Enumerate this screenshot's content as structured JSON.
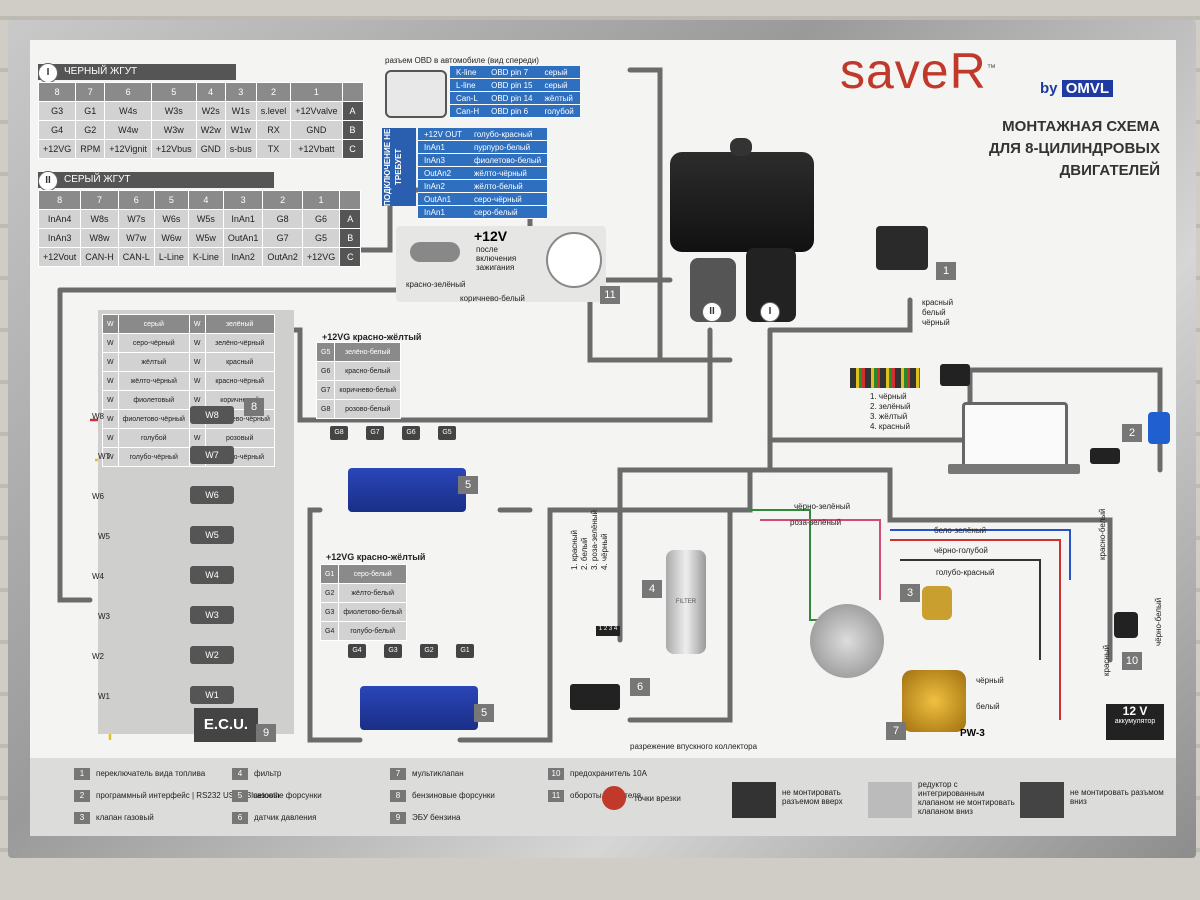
{
  "brand": {
    "name": "saveR",
    "tm": "™",
    "by": "by",
    "partner": "OMVL"
  },
  "title": {
    "line1": "МОНТАЖНАЯ СХЕМА",
    "line2": "ДЛЯ 8-ЦИЛИНДРОВЫХ",
    "line3": "ДВИГАТЕЛЕЙ"
  },
  "harness1": {
    "roman": "I",
    "title": "ЧЕРНЫЙ ЖГУТ",
    "rows": [
      [
        "8",
        "7",
        "6",
        "5",
        "4",
        "3",
        "2",
        "1",
        ""
      ],
      [
        "G3",
        "G1",
        "W4s",
        "W3s",
        "W2s",
        "W1s",
        "s.level",
        "+12Vvalve",
        "A"
      ],
      [
        "G4",
        "G2",
        "W4w",
        "W3w",
        "W2w",
        "W1w",
        "RX",
        "GND",
        "B"
      ],
      [
        "+12VG",
        "RPM",
        "+12Vignit",
        "+12Vbus",
        "GND",
        "s-bus",
        "TX",
        "+12Vbatt",
        "C"
      ]
    ]
  },
  "harness2": {
    "roman": "II",
    "title": "СЕРЫЙ ЖГУТ",
    "rows": [
      [
        "8",
        "7",
        "6",
        "5",
        "4",
        "3",
        "2",
        "1",
        ""
      ],
      [
        "InAn4",
        "W8s",
        "W7s",
        "W6s",
        "W5s",
        "InAn1",
        "G8",
        "G6",
        "A"
      ],
      [
        "InAn3",
        "W8w",
        "W7w",
        "W6w",
        "W5w",
        "OutAn1",
        "G7",
        "G5",
        "B"
      ],
      [
        "+12Vout",
        "CAN-H",
        "CAN-L",
        "L-Line",
        "K-Line",
        "InAn2",
        "OutAn2",
        "+12VG",
        "C"
      ]
    ]
  },
  "obd": {
    "caption": "разъем OBD в автомобиле (вид спереди)",
    "rows": [
      [
        "K-line",
        "OBD pin 7",
        "серый"
      ],
      [
        "L-line",
        "OBD pin 15",
        "серый"
      ],
      [
        "Can-L",
        "OBD pin 14",
        "жёлтый"
      ],
      [
        "Can-H",
        "OBD pin 6",
        "голубой"
      ]
    ]
  },
  "inputs": {
    "side": "ПОДКЛЮЧЕНИЕ НЕ ТРЕБУЕТ",
    "rows": [
      [
        "+12V OUT",
        "голубо-красный"
      ],
      [
        "InAn1",
        "пурпуро-белый"
      ],
      [
        "InAn3",
        "фиолетово-белый"
      ],
      [
        "OutAn2",
        "жёлто-чёрный"
      ],
      [
        "InAn2",
        "жёлто-белый"
      ],
      [
        "OutAn1",
        "серо-чёрный"
      ],
      [
        "InAn1",
        "серо-белый"
      ]
    ]
  },
  "ignition": {
    "voltage": "+12V",
    "note1": "после",
    "note2": "включения",
    "note3": "зажигания",
    "wire1": "красно-зелёный",
    "wire2": "коричнево-белый",
    "num": "11"
  },
  "switch": {
    "num": "1",
    "wires": [
      "красный",
      "белый",
      "чёрный"
    ]
  },
  "ecu_connectors": {
    "i": "I",
    "ii": "II"
  },
  "interface": {
    "num": "2",
    "wires": [
      "1. чёрный",
      "2. зелёный",
      "3. жёлтый",
      "4. красный"
    ]
  },
  "wire_legend": {
    "rows": [
      [
        "W",
        "серый",
        "W",
        "зелёный"
      ],
      [
        "W",
        "серо-чёрный",
        "W",
        "зелёно-чёрный"
      ],
      [
        "W",
        "жёлтый",
        "W",
        "красный"
      ],
      [
        "W",
        "жёлто-чёрный",
        "W",
        "красно-чёрный"
      ],
      [
        "W",
        "фиолетовый",
        "W",
        "коричневый"
      ],
      [
        "W",
        "фиолетово-чёрный",
        "W",
        "коричнево-чёрный"
      ],
      [
        "W",
        "голубой",
        "W",
        "розовый"
      ],
      [
        "W",
        "голубо-чёрный",
        "W",
        "розово-чёрный"
      ]
    ]
  },
  "inj_top": {
    "head": "+12VG красно-жёлтый",
    "g": [
      [
        "G5",
        "зелёно-белый"
      ],
      [
        "G6",
        "красно-белый"
      ],
      [
        "G7",
        "коричнево-белый"
      ],
      [
        "G8",
        "розово-белый"
      ]
    ],
    "labels": [
      "G8",
      "G7",
      "G6",
      "G5"
    ],
    "num": "5"
  },
  "inj_bottom": {
    "head": "+12VG красно-жёлтый",
    "g": [
      [
        "G1",
        "серо-белый"
      ],
      [
        "G2",
        "жёлто-белый"
      ],
      [
        "G3",
        "фиолетово-белый"
      ],
      [
        "G4",
        "голубо-белый"
      ]
    ],
    "labels": [
      "G4",
      "G3",
      "G2",
      "G1"
    ],
    "num": "5"
  },
  "petrol_inj": {
    "labels": [
      "W8",
      "W7",
      "W6",
      "W5",
      "W4",
      "W3",
      "W2",
      "W1"
    ],
    "num": "8",
    "ecu": "E.C.U.",
    "ecu_num": "9"
  },
  "sensor": {
    "wires": [
      "1. красный",
      "2. белый",
      "3. роза-зелёный",
      "4. чёрный"
    ],
    "pins": "1 2 3 4",
    "num": "6"
  },
  "filter": {
    "num": "4",
    "label": "FILTER"
  },
  "reducer": {
    "wires": [
      "чёрно-зелёный",
      "роза-зелёный",
      "бело-зелёный",
      "чёрно-голубой",
      "голубо-красный",
      "чёрный",
      "белый"
    ],
    "num": "7",
    "model": "PW-3"
  },
  "valve": {
    "num": "3"
  },
  "battery": {
    "voltage": "12 V",
    "label": "аккумулятор",
    "wire1": "красно-белый",
    "wire2": "чёрно-белый",
    "wire3": "красный",
    "num": "10"
  },
  "vacuum": "разрежение впускного коллектора",
  "legend": {
    "items": [
      [
        "1",
        "переключатель вида топлива"
      ],
      [
        "2",
        "программный интерфейс | RS232 USB | Bluetooth"
      ],
      [
        "3",
        "клапан газовый"
      ],
      [
        "4",
        "фильтр"
      ],
      [
        "5",
        "газовые форсунки"
      ],
      [
        "6",
        "датчик давления"
      ],
      [
        "7",
        "мультиклапан"
      ],
      [
        "8",
        "бензиновые форсунки"
      ],
      [
        "9",
        "ЭБУ бензина"
      ],
      [
        "10",
        "предохранитель 10А"
      ],
      [
        "11",
        "обороты двигателя"
      ]
    ],
    "cut": "точки врезки",
    "warn1": "не монтировать разъемом вверх",
    "warn2": "редуктор с интегрированным клапаном не монтировать клапаном вниз",
    "warn3": "не монтировать разъмом вниз"
  },
  "colors": {
    "accent": "#c0392b",
    "harness": "#555555",
    "rail": "#1f3aa0"
  }
}
